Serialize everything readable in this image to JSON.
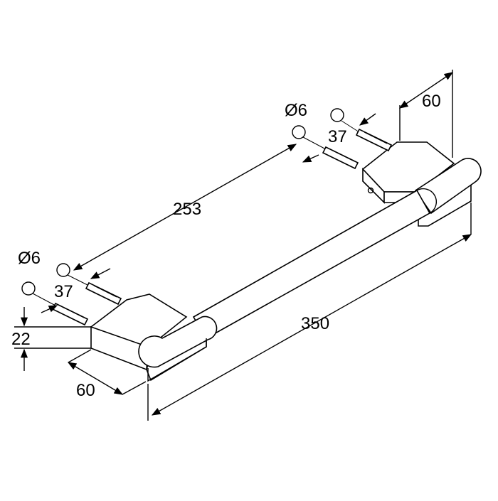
{
  "dimensions": {
    "hole_diameter_left": "Ø6",
    "hole_diameter_right": "Ø6",
    "hole_spacing": "253",
    "overall_length": "350",
    "screw_depth_left": "37",
    "screw_depth_right": "37",
    "wall_offset_left": "60",
    "wall_offset_right": "60",
    "base_height": "22"
  },
  "colors": {
    "line": "#000000",
    "background": "#ffffff"
  }
}
